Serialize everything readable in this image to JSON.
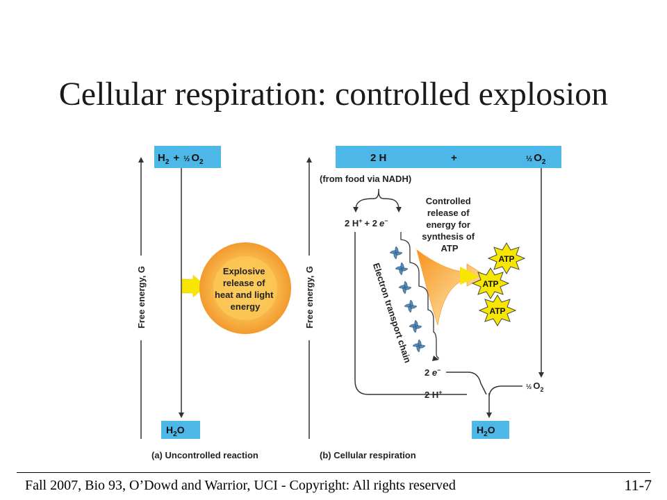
{
  "slide": {
    "title": "Cellular respiration: controlled explosion",
    "footer": "Fall 2007, Bio 93, O’Dowd and Warrior, UCI - Copyright: All rights reserved",
    "page_number": "11-7"
  },
  "panel_a": {
    "axis_label": "Free energy, G",
    "top_reactants": {
      "a": "H",
      "a_sub": "2",
      "plus": "+",
      "half": "½",
      "b": "O",
      "b_sub": "2"
    },
    "explosion_lines": [
      "Explosive",
      "release of",
      "heat and light",
      "energy"
    ],
    "product": {
      "a": "H",
      "sub": "2",
      "b": "O"
    },
    "caption": "(a) Uncontrolled reaction"
  },
  "panel_b": {
    "axis_label": "Free energy, G",
    "top_left": "2 H",
    "top_plus": "+",
    "top_right": {
      "half": "½",
      "o": "O",
      "sub": "2"
    },
    "source_note": "(from food via NADH)",
    "split": {
      "h": "2 H",
      "h_sup": "+",
      "plus": "+ 2",
      "e": "e",
      "e_sup": "−"
    },
    "controlled_lines": [
      "Controlled",
      "release of",
      "energy for",
      "synthesis of",
      "ATP"
    ],
    "etc_label": "Electron transport chain",
    "atp_labels": [
      "ATP",
      "ATP",
      "ATP"
    ],
    "electrons_bottom": {
      "prefix": "2 ",
      "e": "e",
      "sup": "−"
    },
    "protons_bottom": {
      "text": "2 H",
      "sup": "+"
    },
    "oxygen_bottom": {
      "half": "½",
      "o": "O",
      "sub": "2"
    },
    "product": {
      "a": "H",
      "sub": "2",
      "b": "O"
    },
    "caption": "(b) Cellular respiration"
  },
  "colors": {
    "box_blue": "#4db8e8",
    "arrow_yellow": "#f6e600",
    "orange": "#f5a623"
  }
}
